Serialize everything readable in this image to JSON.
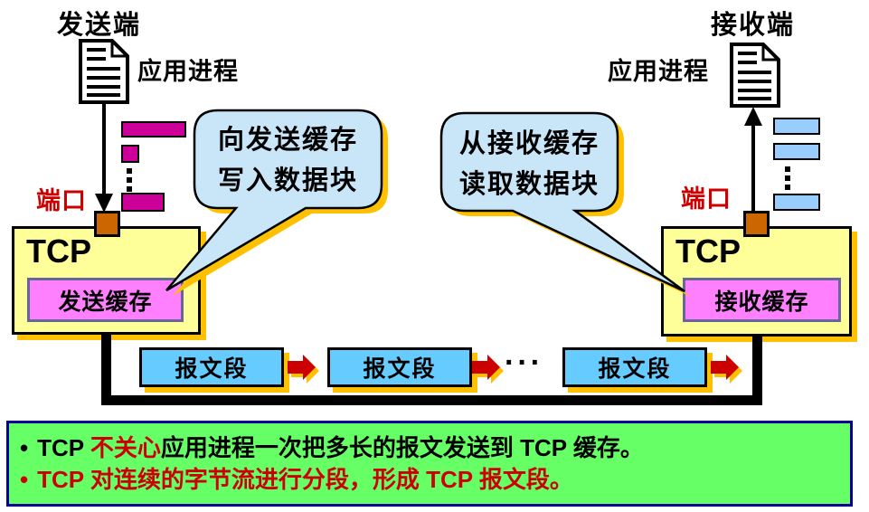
{
  "colors": {
    "accent_red": "#CC0000",
    "box_yellow": "#FFFF99",
    "shadow_gold": "#FFC000",
    "bubble_blue": "#C9E6F8",
    "segment_blue": "#66CCFF",
    "buffer_pink": "#FF80FF",
    "block_magenta": "#CC0099",
    "block_blue": "#99CCFF",
    "port_orange": "#CC6600",
    "note_green": "#66FF66",
    "note_border_blue": "#000099"
  },
  "sender": {
    "title": "发送端",
    "app_process_label": "应用进程",
    "port_label": "端口",
    "tcp_label": "TCP",
    "buffer_label": "发送缓存"
  },
  "receiver": {
    "title": "接收端",
    "app_process_label": "应用进程",
    "port_label": "端口",
    "tcp_label": "TCP",
    "buffer_label": "接收缓存"
  },
  "callouts": {
    "left": {
      "line1": "向发送缓存",
      "line2": "写入数据块"
    },
    "right": {
      "line1": "从接收缓存",
      "line2": "读取数据块"
    }
  },
  "transmission": {
    "segment_label": "报文段",
    "ellipsis": "···"
  },
  "notes": {
    "line1_bullet": "•",
    "line1_part1": "TCP ",
    "line1_highlight": "不关心",
    "line1_part2": "应用进程一次把多长的报文发送到 TCP 缓存。",
    "line2_bullet": "•",
    "line2_text": "TCP 对连续的字节流进行分段，形成 TCP 报文段。"
  }
}
